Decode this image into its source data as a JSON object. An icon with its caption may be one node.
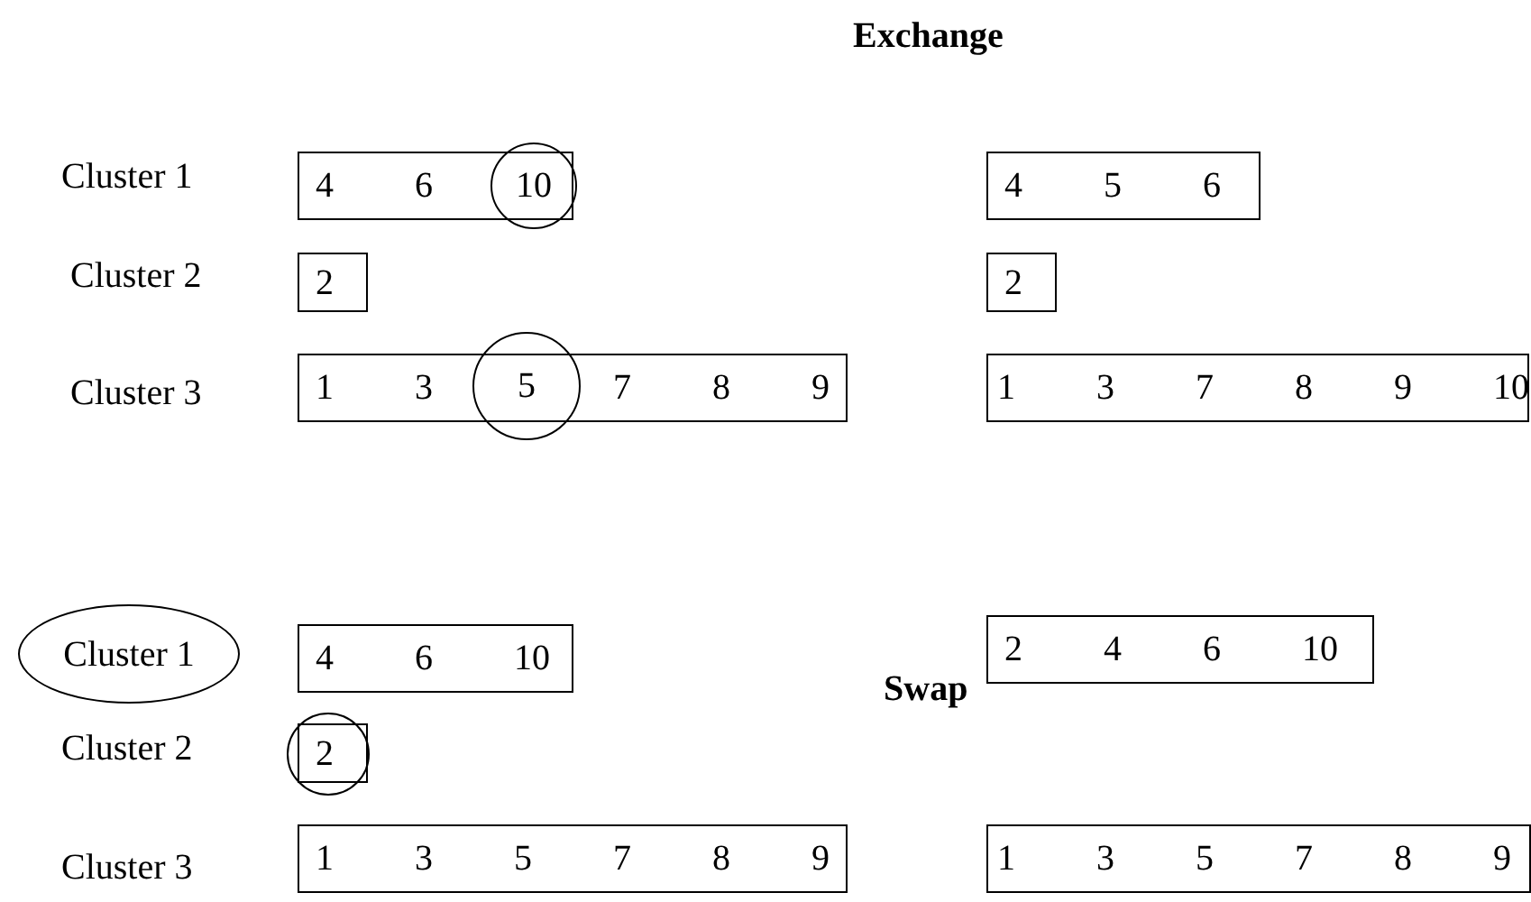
{
  "diagram": {
    "title": "Exchange",
    "nodes": [
      {
        "text": [
          "4",
          "6"
        ]
      },
      {
        "text": [
          "10"
        ]
      },
      {
        "text": [
          "4",
          "5",
          "6"
        ]
      },
      {
        "text": [
          "2"
        ]
      },
      {
        "text": [
          "2"
        ]
      },
      {
        "text": [
          "1",
          "3",
          "7",
          "8",
          "9"
        ]
      },
      {
        "text": [
          "5"
        ]
      },
      {
        "text": [
          "1",
          "3",
          "7",
          "8",
          "9",
          "10"
        ]
      },
      {
        "text": [
          "Cluster 1"
        ]
      },
      {
        "text": [
          "4",
          "6",
          "10"
        ]
      },
      {
        "text": [
          "2",
          "4",
          "6",
          "10"
        ]
      },
      {
        "text": [],
        "shape": "circle"
      },
      {
        "text": [
          "2"
        ],
        "in": 11
      },
      {
        "text": [
          "1",
          "3",
          "5",
          "7",
          "8",
          "9"
        ]
      },
      {
        "text": [
          "1",
          "3",
          "5",
          "7",
          "8",
          "9"
        ]
      }
    ],
    "edges": [],
    "labels": [
      "Cluster 1",
      "Cluster 2",
      "Cluster 3",
      "Swap",
      "Cluster 2",
      "Cluster 3"
    ]
  }
}
